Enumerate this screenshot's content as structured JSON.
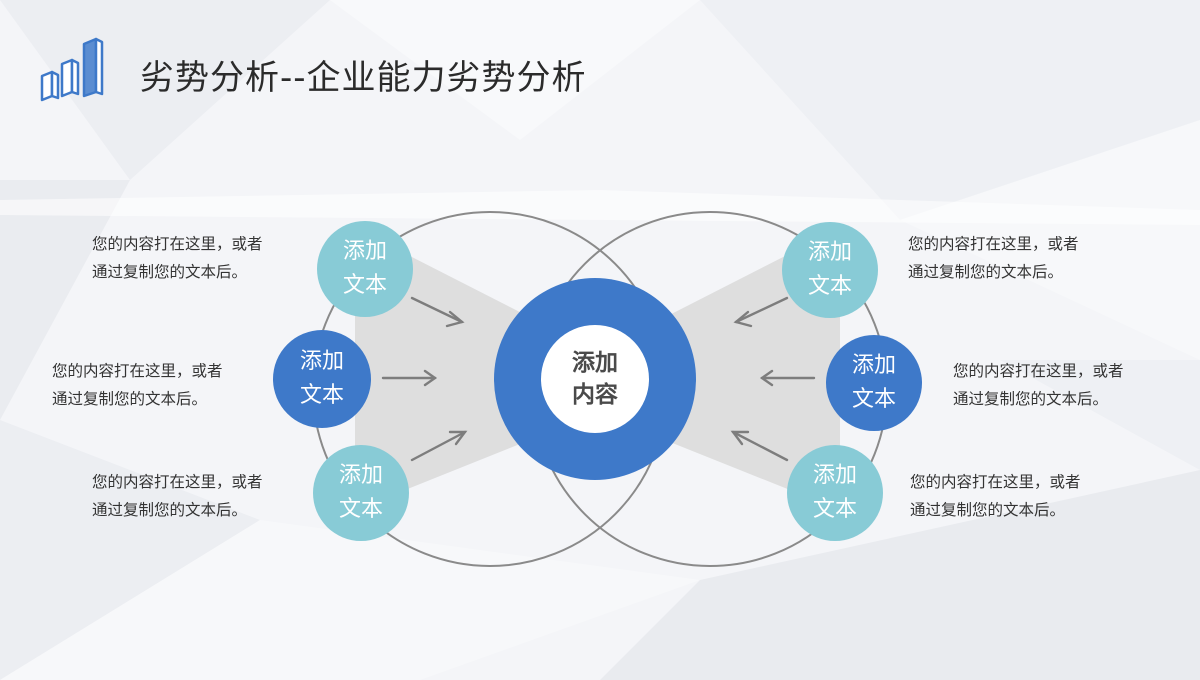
{
  "title": "劣势分析--企业能力劣势分析",
  "center": {
    "line1": "添加",
    "line2": "内容"
  },
  "nodes": {
    "left_top": {
      "line1": "添加",
      "line2": "文本",
      "color": "#88cbd6"
    },
    "left_mid": {
      "line1": "添加",
      "line2": "文本",
      "color": "#3e79c9"
    },
    "left_bottom": {
      "line1": "添加",
      "line2": "文本",
      "color": "#88cbd6"
    },
    "right_top": {
      "line1": "添加",
      "line2": "文本",
      "color": "#88cbd6"
    },
    "right_mid": {
      "line1": "添加",
      "line2": "文本",
      "color": "#3e79c9"
    },
    "right_bottom": {
      "line1": "添加",
      "line2": "文本",
      "color": "#88cbd6"
    }
  },
  "descriptions": {
    "left_top": {
      "line1": "您的内容打在这里，或者",
      "line2": "通过复制您的文本后。"
    },
    "left_mid": {
      "line1": "您的内容打在这里，或者",
      "line2": "通过复制您的文本后。"
    },
    "left_bottom": {
      "line1": "您的内容打在这里，或者",
      "line2": "通过复制您的文本后。"
    },
    "right_top": {
      "line1": "您的内容打在这里，或者",
      "line2": "通过复制您的文本后。"
    },
    "right_mid": {
      "line1": "您的内容打在这里，或者",
      "line2": "通过复制您的文本后。"
    },
    "right_bottom": {
      "line1": "您的内容打在这里，或者",
      "line2": "通过复制您的文本后。"
    }
  },
  "colors": {
    "accent_blue": "#3e79c9",
    "accent_teal": "#88cbd6",
    "outline": "#8a8a8a"
  },
  "icons": {
    "logo": "bar-chart-3d-icon",
    "arrow": "arrow-icon"
  }
}
